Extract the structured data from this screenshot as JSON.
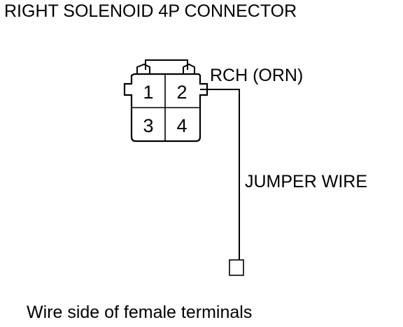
{
  "title": "RIGHT SOLENOID 4P CONNECTOR",
  "connector": {
    "terminals": [
      "1",
      "2",
      "3",
      "4"
    ],
    "wire_label": "RCH (ORN)"
  },
  "jumper_label": "JUMPER WIRE",
  "caption": "Wire side of female terminals",
  "colors": {
    "ink": "#000000",
    "background": "#ffffff"
  }
}
